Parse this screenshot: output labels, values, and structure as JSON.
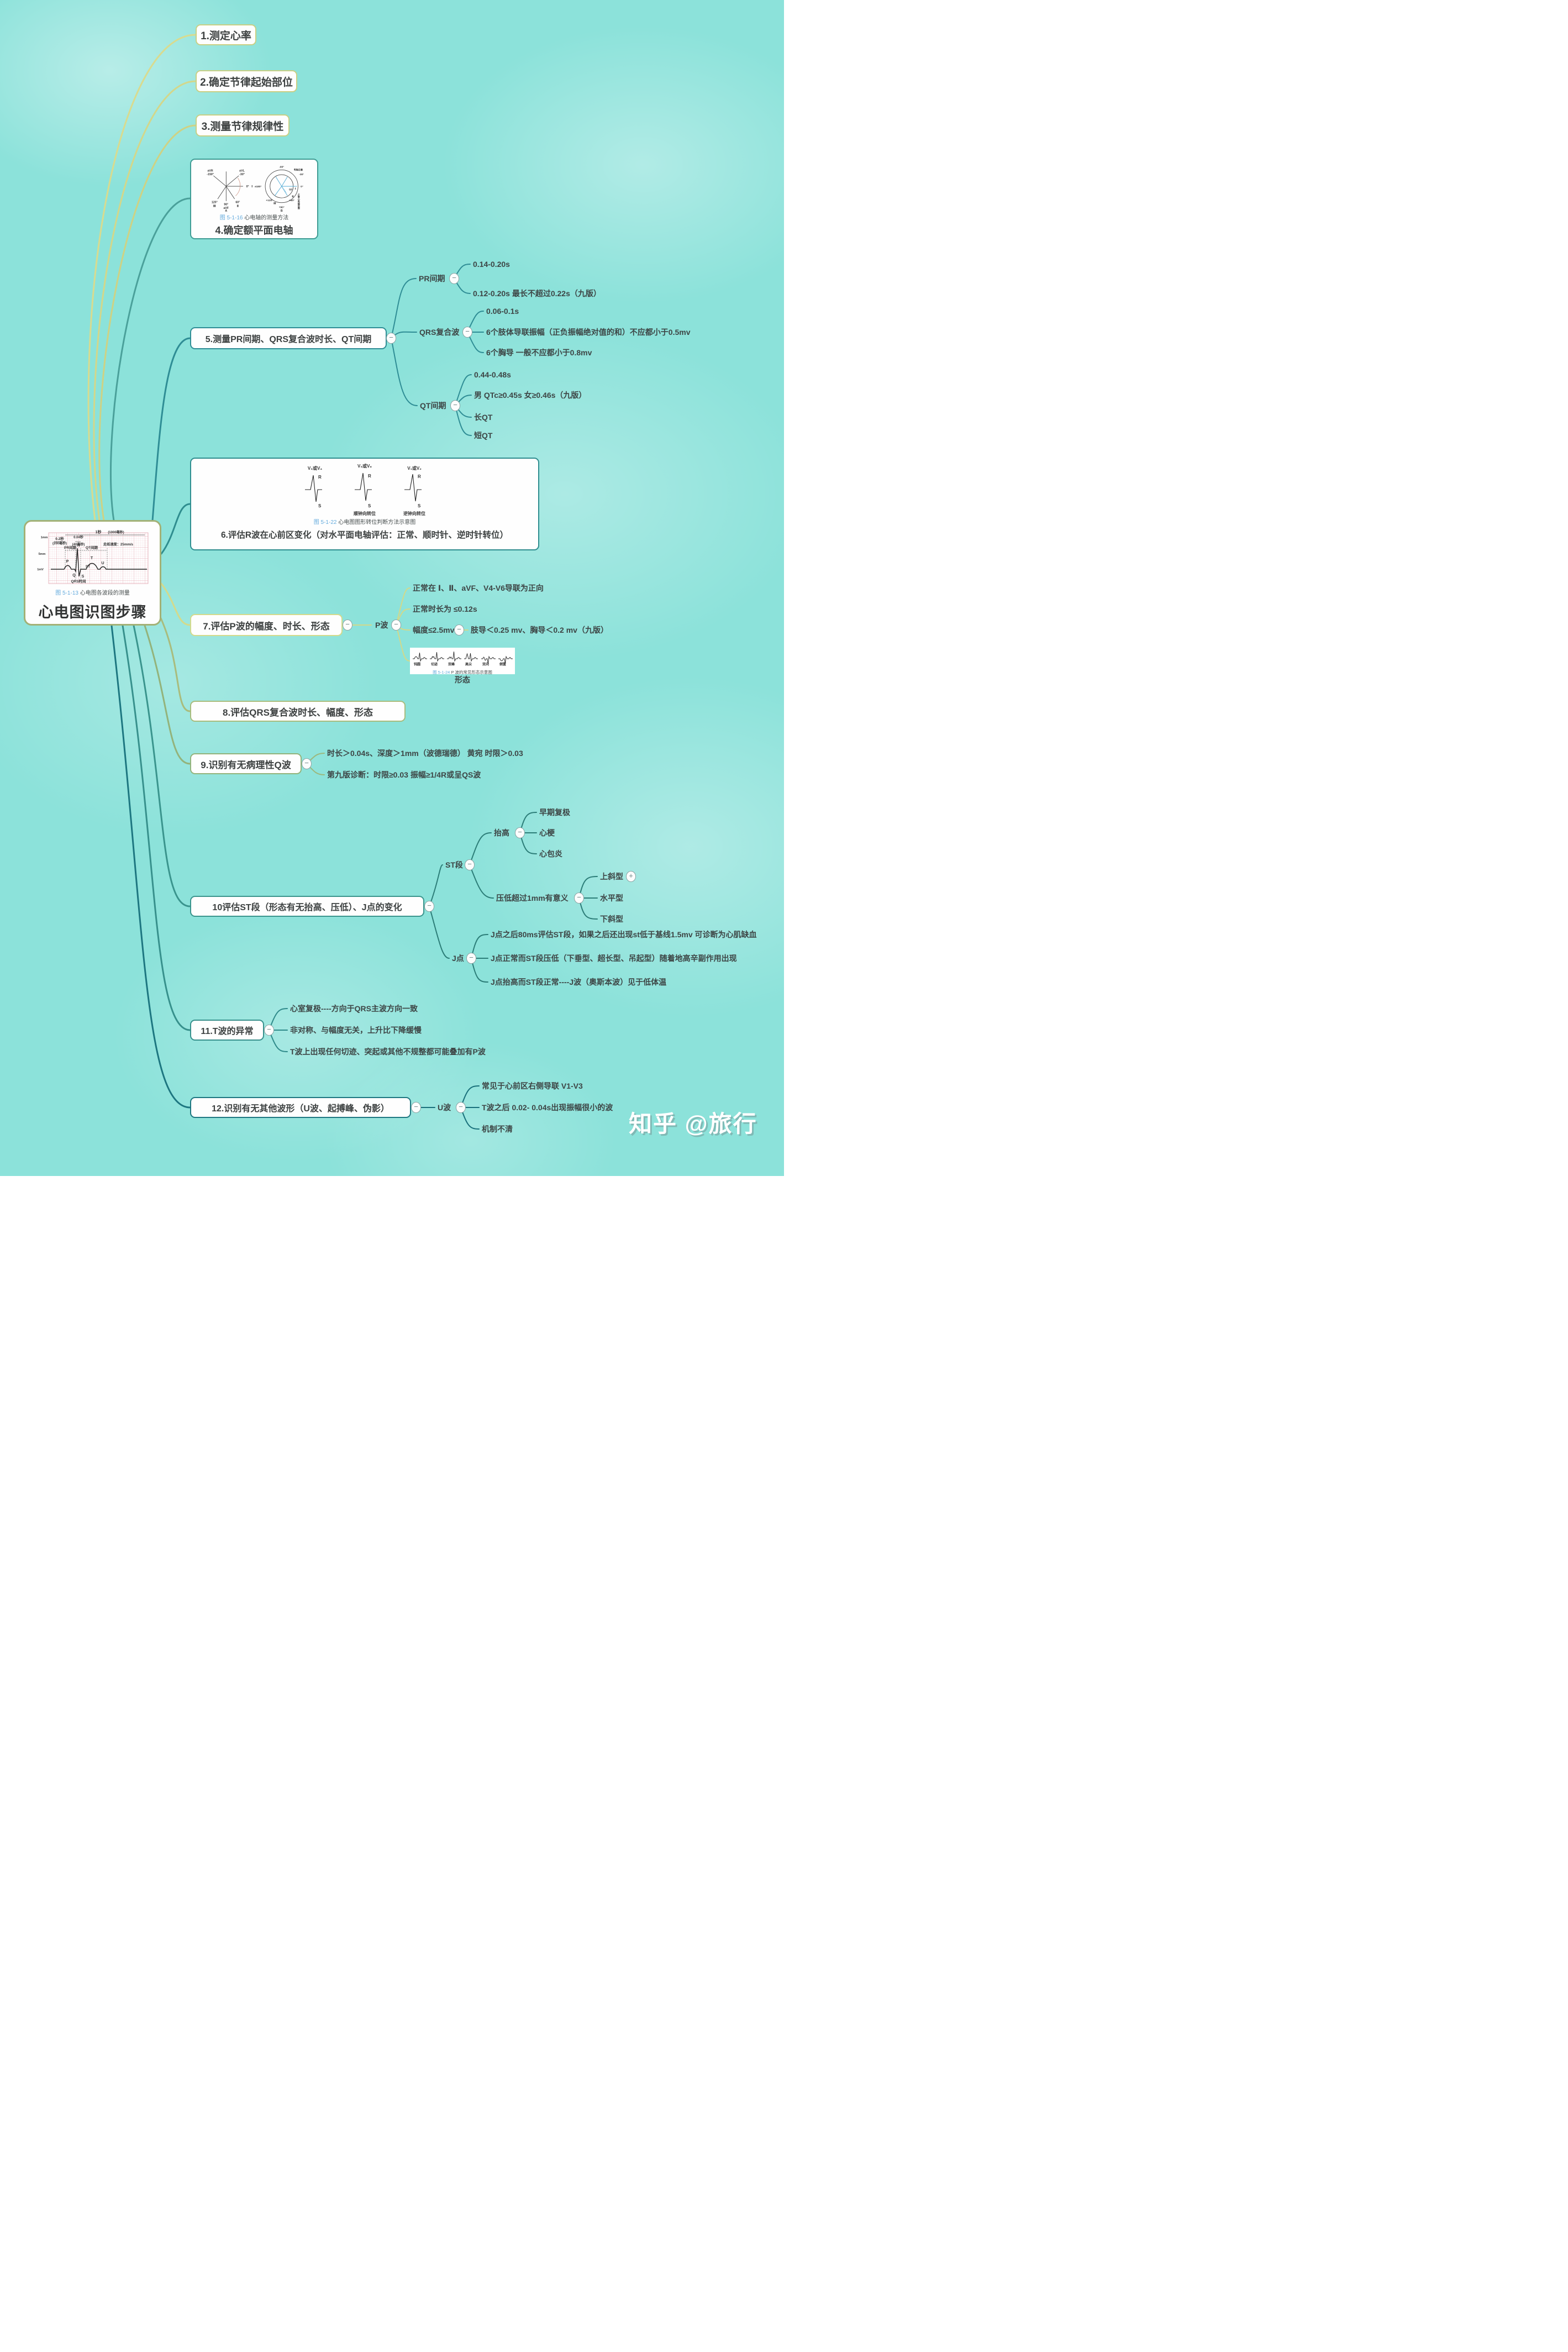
{
  "controls": {
    "collapse": "−",
    "expand": "+"
  },
  "watermark": "知乎 @旅行",
  "root": {
    "title": "心电图识图步骤",
    "figure": {
      "num": "图 5-1-13",
      "caption": "心电图各波段的测量",
      "labels": {
        "sec1": "1秒",
        "ms1000": "(1000毫秒)",
        "sec02": "0.2秒",
        "ms200": "(200毫秒)",
        "sec004": "0.04秒",
        "ms40": "(40毫秒)",
        "speed": "走纸速度：25mm/s",
        "pr": "PR间期",
        "qt": "QT间期",
        "qrs": "QRS时间",
        "mm1": "1mm",
        "mm5": "5mm",
        "mv1": "1mV",
        "p": "P",
        "q": "Q",
        "r": "R",
        "s": "S",
        "st": "ST",
        "t": "T",
        "u": "U"
      }
    }
  },
  "topics": [
    "1.测定心率",
    "2.确定节律起始部位",
    "3.测量节律规律性",
    "4.确定额平面电轴",
    "5.测量PR间期、QRS复合波时长、QT间期",
    "6.评估R波在心前区变化（对水平面电轴评估：正常、顺时针、逆时针转位）",
    "7.评估P波的幅度、时长、形态",
    "8.评估QRS复合波时长、幅度、形态",
    "9.识别有无病理性Q波",
    "10评估ST段（形态有无抬高、压低）、J点的变化",
    "11.T波的异常",
    "12.识别有无其他波形（U波、起搏峰、伪影）"
  ],
  "axis_figure": {
    "num": "图 5-1-16",
    "caption": "心电轴的测量方法",
    "labels": {
      "avr": "aVR",
      "avr_deg": "-150°",
      "avl": "aVL",
      "avl_deg": "-30°",
      "deg0": "0°",
      "l1": "Ⅰ",
      "deg60": "60°",
      "l2": "Ⅱ",
      "deg90": "90°",
      "avf": "aVF",
      "deg120": "120°",
      "l3": "Ⅲ",
      "a": "A",
      "neg90": "-90°",
      "pm180": "±180°",
      "r0": "0°",
      "p90": "+90°",
      "n30": "-30°",
      "p120": "+120°",
      "p60": "+60°",
      "deg55": "55°",
      "ri": "Ⅰ",
      "rii": "Ⅱ",
      "riii": "Ⅲ",
      "b": "B",
      "left_dev": "电轴左偏",
      "normal_range": "正常心电轴范围"
    }
  },
  "rotation_figure": {
    "num": "图 5-1-22",
    "caption": "心电图图形转位判断方法示意图",
    "leads": [
      "V₃或V₄",
      "V₅或V₆",
      "V₁或V₂"
    ],
    "r_label": "R",
    "s_label": "S",
    "cw": "顺钟向转位",
    "ccw": "逆钟向转位"
  },
  "pshape_figure": {
    "num": "图 5-1-24",
    "caption": "P 波的常见形态示意图",
    "shapes": [
      "钝圆",
      "切迹",
      "双峰",
      "高尖",
      "双向",
      "倒置"
    ]
  },
  "pr": {
    "label": "PR间期",
    "children": [
      "0.14-0.20s",
      "0.12-0.20s  最长不超过0.22s（九版）"
    ]
  },
  "qrs": {
    "label": "QRS复合波",
    "children": [
      "0.06-0.1s",
      "6个肢体导联振幅（正负振幅绝对值的和）不应都小于0.5mv",
      "6个胸导 一般不应都小于0.8mv"
    ]
  },
  "qt": {
    "label": "QT间期",
    "children": [
      "0.44-0.48s",
      "男 QTc≥0.45s  女≥0.46s（九版）",
      "长QT",
      "短QT"
    ]
  },
  "p_wave": {
    "label": "P波",
    "children": [
      "正常在 Ⅰ、Ⅱ、aVF、V4-V6导联为正向",
      "正常时长为 ≤0.12s",
      "幅度≤2.5mv"
    ],
    "amp_child": "肢导＜0.25 mv、胸导＜0.2 mv（九版）",
    "shape_label": "形态"
  },
  "q_path": {
    "children": [
      "时长＞0.04s、深度＞1mm（波德瑞德） 黄宛 时限＞0.03",
      "第九版诊断：时限≥0.03 振幅≥1/4R或呈QS波"
    ]
  },
  "st": {
    "label": "ST段",
    "elevation": {
      "label": "抬高",
      "children": [
        "早期复极",
        "心梗",
        "心包炎"
      ]
    },
    "depression": {
      "label": "压低超过1mm有意义",
      "children": [
        "上斜型",
        "水平型",
        "下斜型"
      ]
    }
  },
  "j": {
    "label": "J点",
    "children": [
      "J点之后80ms评估ST段，如果之后还出现st低于基线1.5mv 可诊断为心肌缺血",
      "J点正常而ST段压低（下垂型、超长型、吊起型）随着地高辛副作用出现",
      "J点抬高而ST段正常----J波（奥斯本波）见于低体温"
    ]
  },
  "t": {
    "children": [
      "心室复极----方向于QRS主波方向一致",
      "非对称、与幅度无关，上升比下降缓慢",
      "T波上出现任何切迹、突起或其他不规整都可能叠加有P波"
    ]
  },
  "u": {
    "label": "U波",
    "children": [
      "常见于心前区右侧导联 V1-V3",
      "T波之后 0.02- 0.04s出现振幅很小的波",
      "机制不清"
    ]
  }
}
